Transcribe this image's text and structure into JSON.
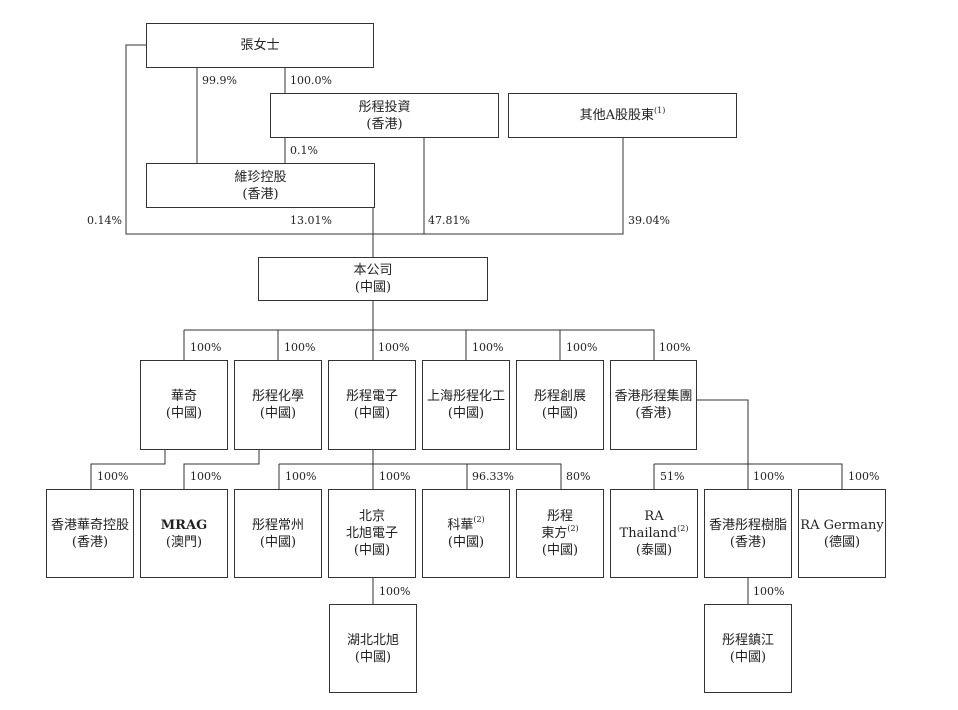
{
  "entities": {
    "zhang": {
      "name": "張女士"
    },
    "tongcheng_invest": {
      "name": "彤程投資",
      "location": "(香港)"
    },
    "other_a": {
      "name": "其他A股股東",
      "note": "(1)"
    },
    "weizhen": {
      "name": "維珍控股",
      "location": "(香港)"
    },
    "company": {
      "name": "本公司",
      "location": "(中國)"
    },
    "huaqi": {
      "name": "華奇",
      "location": "(中國)"
    },
    "tongcheng_chem": {
      "name": "彤程化學",
      "location": "(中國)"
    },
    "tongcheng_elec": {
      "name": "彤程電子",
      "location": "(中國)"
    },
    "shanghai_chem": {
      "name": "上海彤程化工",
      "location": "(中國)"
    },
    "tongcheng_chuangzhan": {
      "name": "彤程創展",
      "location": "(中國)"
    },
    "hk_group": {
      "name": "香港彤程集團",
      "location": "(香港)"
    },
    "hk_huaqi": {
      "name": "香港華奇控股",
      "location": "(香港)"
    },
    "mrag": {
      "name": "MRAG",
      "location": "(澳門)"
    },
    "changzhou": {
      "name": "彤程常州",
      "location": "(中國)"
    },
    "beijing_xuhui": {
      "name_line1": "北京",
      "name_line2": "北旭電子",
      "location": "(中國)"
    },
    "kehua": {
      "name": "科華",
      "note": "(2)",
      "location": "(中國)"
    },
    "dongfang": {
      "name_line1": "彤程",
      "name_line2": "東方",
      "note": "(2)",
      "location": "(中國)"
    },
    "ra_thailand": {
      "name_line1": "RA",
      "name_line2": "Thailand",
      "note": "(2)",
      "location": "(泰國)"
    },
    "hk_resin": {
      "name": "香港彤程樹脂",
      "location": "(香港)"
    },
    "ra_germany": {
      "name": "RA Germany",
      "location": "(德國)"
    },
    "hubei_xuhui": {
      "name": "湖北北旭",
      "location": "(中國)"
    },
    "zhenjiang": {
      "name": "彤程鎮江",
      "location": "(中國)"
    }
  },
  "ownership": {
    "zhang_to_weizhen": "99.9%",
    "zhang_to_invest": "100.0%",
    "invest_to_weizhen": "0.1%",
    "zhang_to_company": "0.14%",
    "weizhen_to_company": "13.01%",
    "invest_to_company": "47.81%",
    "other_to_company": "39.04%",
    "to_huaqi": "100%",
    "to_chem": "100%",
    "to_elec": "100%",
    "to_shanghai": "100%",
    "to_chuangzhan": "100%",
    "to_hk_group": "100%",
    "to_hk_huaqi": "100%",
    "to_mrag": "100%",
    "to_changzhou": "100%",
    "to_beijing": "100%",
    "to_kehua": "96.33%",
    "to_dongfang": "80%",
    "to_ra_thailand": "51%",
    "to_hk_resin": "100%",
    "to_ra_germany": "100%",
    "to_hubei": "100%",
    "to_zhenjiang": "100%"
  }
}
